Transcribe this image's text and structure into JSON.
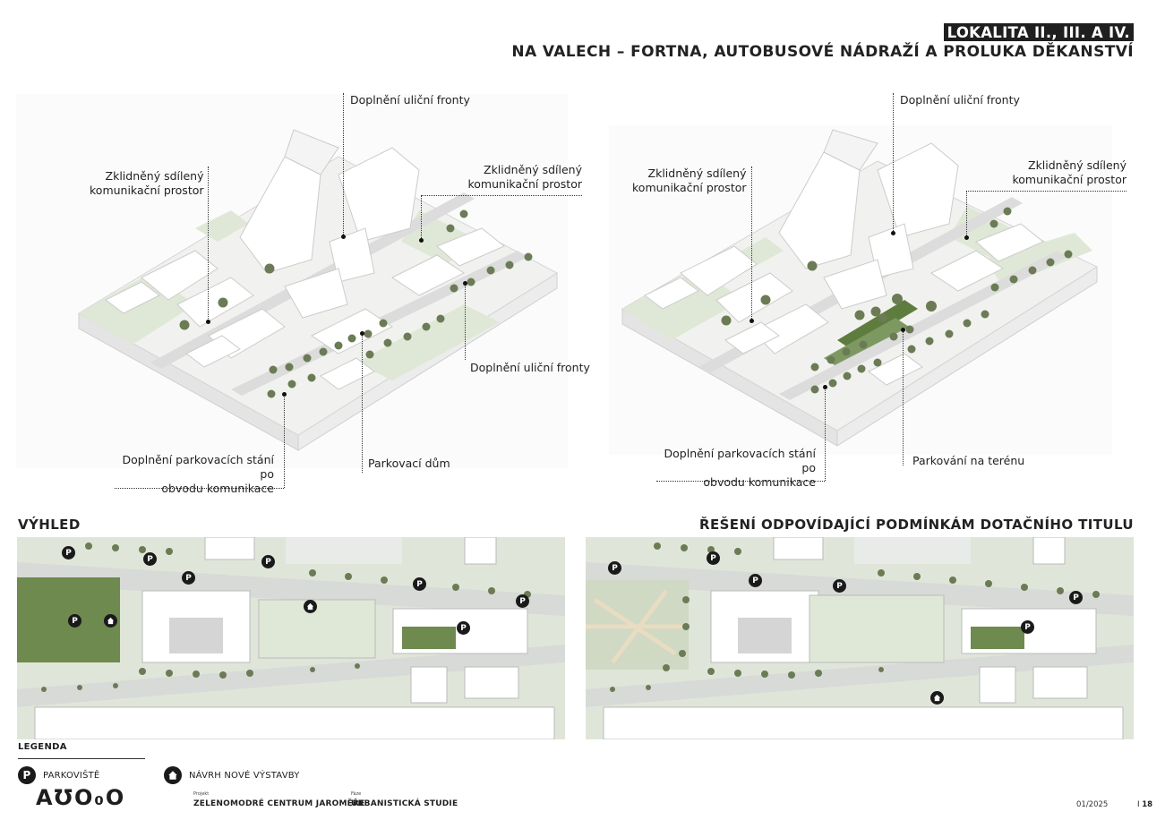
{
  "header": {
    "title_line1": "LOKALITA II., III. A IV.",
    "title_line2": "NA VALECH – FORTNA, AUTOBUSOVÉ NÁDRAŽÍ A PROLUKA DĚKANSTVÍ"
  },
  "left_axon": {
    "callouts": {
      "street_front_top": "Doplnění uliční fronty",
      "shared_space_left": "Zklidněný sdílený\nkomunikační prostor",
      "shared_space_right": "Zklidněný sdílený\nkomunikační prostor",
      "street_front_right": "Doplnění uliční fronty",
      "parking_spaces": "Doplnění parkovacích stání po\nobvodu komunikace",
      "parking_house": "Parkovací dům"
    }
  },
  "right_axon": {
    "callouts": {
      "street_front_top": "Doplnění uliční fronty",
      "shared_space_left": "Zklidněný sdílený\nkomunikační prostor",
      "shared_space_right": "Zklidněný sdílený\nkomunikační prostor",
      "parking_spaces": "Doplnění parkovacích stání po\nobvodu komunikace",
      "surface_parking": "Parkování na terénu"
    }
  },
  "sections": {
    "left_title": "VÝHLED",
    "right_title": "ŘEŠENÍ ODPOVÍDAJÍCÍ PODMÍNKÁM DOTAČNÍHO TITULU"
  },
  "legend": {
    "title": "LEGENDA",
    "parking_label": "PARKOVIŠTĚ",
    "parking_symbol": "P",
    "new_build_label": "NÁVRH NOVÉ VÝSTAVBY"
  },
  "footer": {
    "logo": "A℧O₀O",
    "project_caption": "Projekt",
    "project_value": "ZELENOMODRÉ CENTRUM JAROMĚŘE",
    "phase_caption": "Fáze",
    "phase_value": "URBANISTICKÁ STUDIE",
    "date": "01/2025",
    "page": "18"
  },
  "colors": {
    "green_light": "#dfe8d6",
    "green_dark": "#6e8a4f",
    "tree": "#6b7b55",
    "road": "#d9dbd9",
    "building": "#ffffff",
    "ink": "#1f1f1f"
  }
}
